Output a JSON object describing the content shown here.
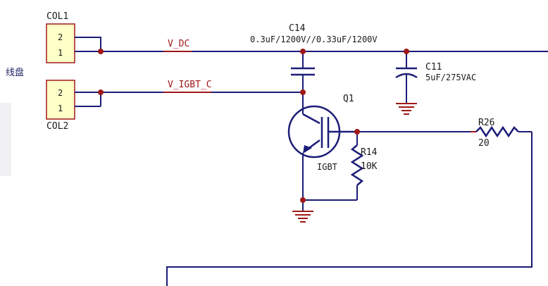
{
  "side_label": "线盘",
  "connectors": [
    {
      "ref": "COL1",
      "pins": [
        "2",
        "1"
      ]
    },
    {
      "ref": "COL2",
      "pins": [
        "2",
        "1"
      ]
    }
  ],
  "nets": {
    "vdc": "V_DC",
    "vigbt": "V_IGBT_C"
  },
  "c14": {
    "ref": "C14",
    "value": "0.3uF/1200V//0.33uF/1200V"
  },
  "c11": {
    "ref": "C11",
    "value": "5uF/275VAC"
  },
  "q1": {
    "ref": "Q1",
    "type": "IGBT"
  },
  "r14": {
    "ref": "R14",
    "value": "10K"
  },
  "r26": {
    "ref": "R26",
    "value": "20"
  },
  "colors": {
    "wire": "#1c1c78",
    "junction": "#a01818",
    "net_label": "#a01818",
    "connector_fill": "#ffffc8",
    "sidebar": "#f1f1f4"
  }
}
